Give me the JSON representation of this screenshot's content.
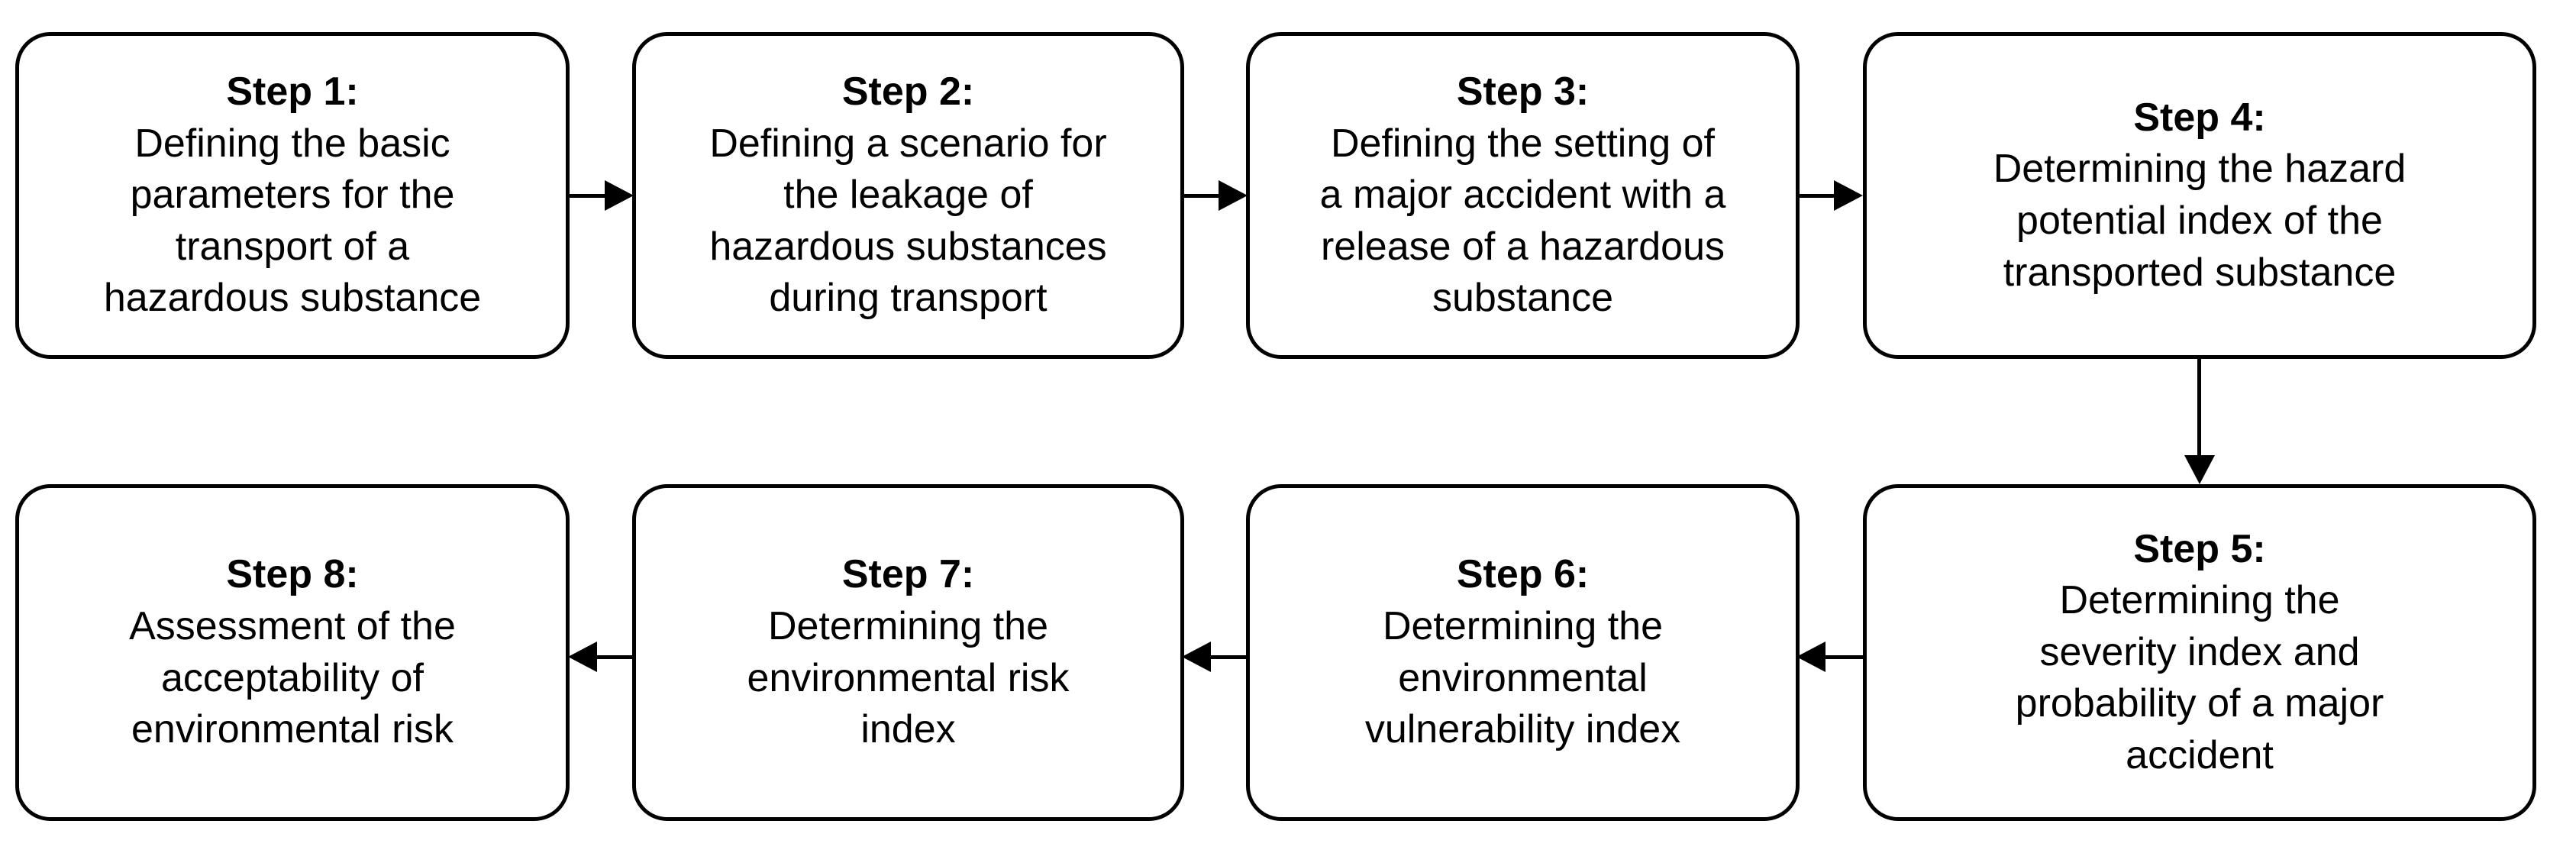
{
  "diagram": {
    "type": "flowchart",
    "orientation": "boustrophedon-two-rows",
    "node_count": 8,
    "nodes": [
      {
        "id": "step-1",
        "title": "Step 1:",
        "body": "Defining the basic parameters for the transport of a hazardous substance",
        "lines": [
          "Defining the basic",
          "parameters for the",
          "transport of a",
          "hazardous substance"
        ]
      },
      {
        "id": "step-2",
        "title": "Step 2:",
        "body": "Defining a scenario for the leakage of hazardous substances during transport",
        "lines": [
          "Defining a scenario for",
          "the leakage of",
          "hazardous substances",
          "during transport"
        ]
      },
      {
        "id": "step-3",
        "title": "Step 3:",
        "body": "Defining the setting of a major accident with a release of a hazardous substance",
        "lines": [
          "Defining the setting of",
          "a major accident with a",
          "release of a hazardous",
          "substance"
        ]
      },
      {
        "id": "step-4",
        "title": "Step 4:",
        "body": "Determining the hazard potential index of the transported substance",
        "lines": [
          "Determining the hazard",
          "potential index of the",
          "transported substance"
        ]
      },
      {
        "id": "step-5",
        "title": "Step 5:",
        "body": "Determining the severity index and probability of a major accident",
        "lines": [
          "Determining the",
          "severity index and",
          "probability of a major",
          "accident"
        ]
      },
      {
        "id": "step-6",
        "title": "Step 6:",
        "body": "Determining the environmental vulnerability index",
        "lines": [
          "Determining the",
          "environmental",
          "vulnerability index"
        ]
      },
      {
        "id": "step-7",
        "title": "Step 7:",
        "body": "Determining the environmental risk index",
        "lines": [
          "Determining the",
          "environmental risk",
          "index"
        ]
      },
      {
        "id": "step-8",
        "title": "Step 8:",
        "body": "Assessment of the acceptability of environmental risk",
        "lines": [
          "Assessment of the",
          "acceptability of",
          "environmental risk"
        ]
      }
    ],
    "connectors": [
      {
        "from": "step-1",
        "to": "step-2",
        "direction": "right"
      },
      {
        "from": "step-2",
        "to": "step-3",
        "direction": "right"
      },
      {
        "from": "step-3",
        "to": "step-4",
        "direction": "right"
      },
      {
        "from": "step-4",
        "to": "step-5",
        "direction": "down"
      },
      {
        "from": "step-5",
        "to": "step-6",
        "direction": "left"
      },
      {
        "from": "step-6",
        "to": "step-7",
        "direction": "left"
      },
      {
        "from": "step-7",
        "to": "step-8",
        "direction": "left"
      }
    ],
    "colors": {
      "stroke": "#000000",
      "fill": "#ffffff",
      "text": "#000000"
    }
  }
}
